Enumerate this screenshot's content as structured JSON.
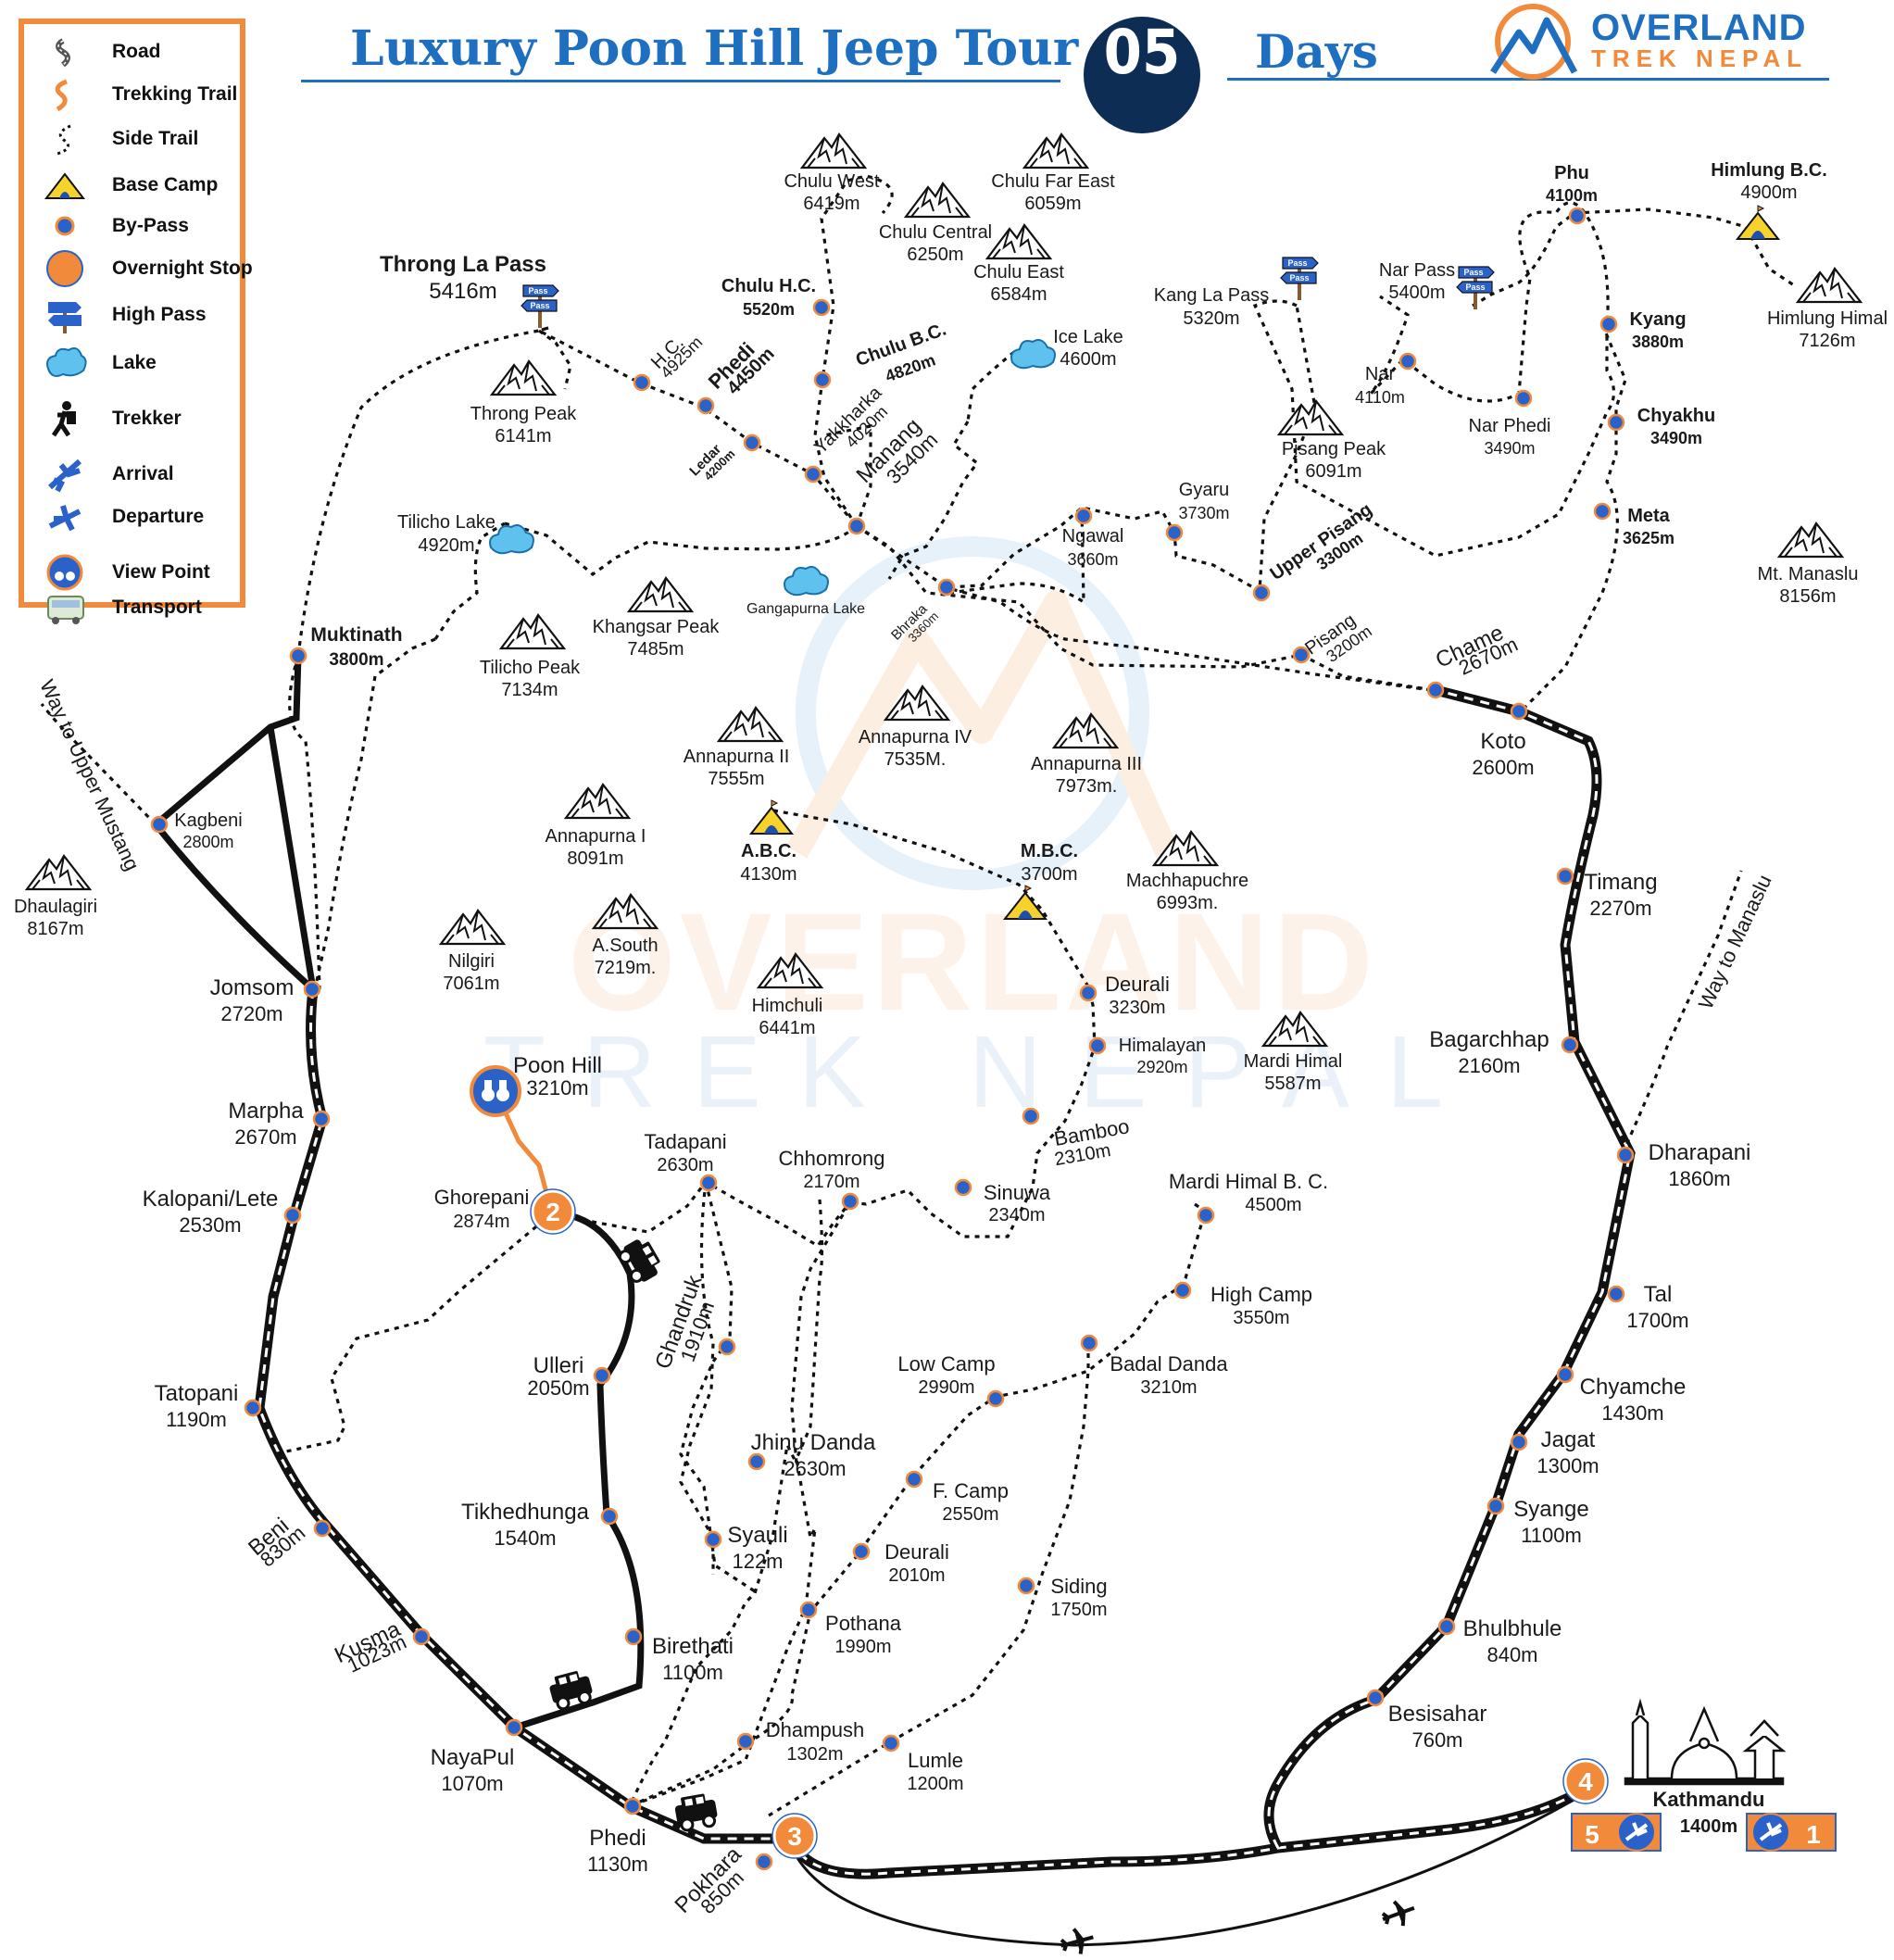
{
  "header": {
    "title": "Luxury Poon Hill Jeep Tour",
    "days_number": "05",
    "days_label": "Days",
    "brand_line1": "OVERLAND",
    "brand_line2": "TREK NEPAL",
    "watermark_line1": "OVERLAND",
    "watermark_line2": "TREK NEPAL"
  },
  "legend": [
    {
      "label": "Road",
      "icon": "road-icon"
    },
    {
      "label": "Trekking Trail",
      "icon": "trekking-trail-icon"
    },
    {
      "label": "Side Trail",
      "icon": "side-trail-icon"
    },
    {
      "label": "Base Camp",
      "icon": "base-camp-icon"
    },
    {
      "label": "By-Pass",
      "icon": "bypass-dot-icon"
    },
    {
      "label": "Overnight Stop",
      "icon": "overnight-stop-icon"
    },
    {
      "label": "High Pass",
      "icon": "high-pass-icon"
    },
    {
      "label": "Lake",
      "icon": "lake-icon"
    },
    {
      "label": "Trekker",
      "icon": "trekker-icon"
    },
    {
      "label": "Arrival",
      "icon": "arrival-plane-icon"
    },
    {
      "label": "Departure",
      "icon": "departure-plane-icon"
    },
    {
      "label": "View Point",
      "icon": "view-point-icon"
    },
    {
      "label": "Transport",
      "icon": "transport-bus-icon"
    }
  ],
  "colors": {
    "accent_orange": "#f28a3c",
    "brand_blue": "#1f6fc0",
    "navy": "#0d2d55",
    "by_pass_dot": "#2a62c9",
    "base_camp_yellow": "#f6d22a"
  },
  "peaks": [
    {
      "name": "Chulu West",
      "elev": "6419m"
    },
    {
      "name": "Chulu Far East",
      "elev": "6059m"
    },
    {
      "name": "Chulu Central",
      "elev": "6250m"
    },
    {
      "name": "Chulu East",
      "elev": "6584m"
    },
    {
      "name": "Throng Peak",
      "elev": "6141m"
    },
    {
      "name": "Himlung Himal",
      "elev": "7126m"
    },
    {
      "name": "Pisang Peak",
      "elev": "6091m"
    },
    {
      "name": "Mt. Manaslu",
      "elev": "8156m"
    },
    {
      "name": "Khangsar Peak",
      "elev": "7485m"
    },
    {
      "name": "Tilicho Peak",
      "elev": "7134m"
    },
    {
      "name": "Annapurna II",
      "elev": "7555m"
    },
    {
      "name": "Annapurna  IV",
      "elev": "7535M."
    },
    {
      "name": "Annapurna III",
      "elev": "7973m."
    },
    {
      "name": "Annapurna I",
      "elev": "8091m"
    },
    {
      "name": "Machhapuchre",
      "elev": "6993m."
    },
    {
      "name": "Dhaulagiri",
      "elev": "8167m"
    },
    {
      "name": "Nilgiri",
      "elev": "7061m"
    },
    {
      "name": "A.South",
      "elev": "7219m."
    },
    {
      "name": "Himchuli",
      "elev": "6441m"
    },
    {
      "name": "Mardi Himal",
      "elev": "5587m"
    }
  ],
  "lakes": [
    {
      "name": "Ice Lake",
      "elev": "4600m"
    },
    {
      "name": "Tilicho Lake",
      "elev": "4920m"
    },
    {
      "name": "Gangapurna Lake",
      "elev": ""
    }
  ],
  "base_camps": [
    {
      "name": "Himlung B.C.",
      "elev": "4900m"
    },
    {
      "name": "A.B.C.",
      "elev": "4130m"
    },
    {
      "name": "M.B.C.",
      "elev": "3700m"
    }
  ],
  "passes": [
    {
      "name": "Throng La Pass",
      "elev": "5416m"
    },
    {
      "name": "Kang La Pass",
      "elev": "5320m"
    },
    {
      "name": "Nar Pass",
      "elev": "5400m"
    }
  ],
  "pass_sign_text": "Pass",
  "places": [
    {
      "name": "H.C.",
      "elev": "4925m"
    },
    {
      "name": "Phedi",
      "elev": "4450m"
    },
    {
      "name": "Ledar",
      "elev": "4200m"
    },
    {
      "name": "Chulu H.C.",
      "elev": "5520m"
    },
    {
      "name": "Chulu B.C.",
      "elev": "4820m"
    },
    {
      "name": "Yakkharka",
      "elev": "4020m"
    },
    {
      "name": "Manang",
      "elev": "3540m"
    },
    {
      "name": "Bhraka",
      "elev": "3360m"
    },
    {
      "name": "Ngawal",
      "elev": "3660m"
    },
    {
      "name": "Gyaru",
      "elev": "3730m"
    },
    {
      "name": "Upper Pisang",
      "elev": "3300m"
    },
    {
      "name": "Pisang",
      "elev": "3200m"
    },
    {
      "name": "Nar",
      "elev": "4110m"
    },
    {
      "name": "Nar Phedi",
      "elev": "3490m"
    },
    {
      "name": "Phu",
      "elev": "4100m"
    },
    {
      "name": "Kyang",
      "elev": "3880m"
    },
    {
      "name": "Chyakhu",
      "elev": "3490m"
    },
    {
      "name": "Meta",
      "elev": "3625m"
    },
    {
      "name": "Chame",
      "elev": "2670m"
    },
    {
      "name": "Koto",
      "elev": "2600m"
    },
    {
      "name": "Timang",
      "elev": "2270m"
    },
    {
      "name": "Bagarchhap",
      "elev": "2160m"
    },
    {
      "name": "Dharapani",
      "elev": "1860m"
    },
    {
      "name": "Tal",
      "elev": "1700m"
    },
    {
      "name": "Chyamche",
      "elev": "1430m"
    },
    {
      "name": "Jagat",
      "elev": "1300m"
    },
    {
      "name": "Syange",
      "elev": "1100m"
    },
    {
      "name": "Bhulbhule",
      "elev": "840m"
    },
    {
      "name": "Besisahar",
      "elev": "760m"
    },
    {
      "name": "Kathmandu",
      "elev": "1400m"
    },
    {
      "name": "Muktinath",
      "elev": "3800m"
    },
    {
      "name": "Kagbeni",
      "elev": "2800m"
    },
    {
      "name": "Jomsom",
      "elev": "2720m"
    },
    {
      "name": "Marpha",
      "elev": "2670m"
    },
    {
      "name": "Kalopani/Lete",
      "elev": "2530m"
    },
    {
      "name": "Tatopani",
      "elev": "1190m"
    },
    {
      "name": "Beni",
      "elev": "830m"
    },
    {
      "name": "Kusma",
      "elev": "1023m"
    },
    {
      "name": "NayaPul",
      "elev": "1070m"
    },
    {
      "name": "Phedi",
      "elev": "1130m"
    },
    {
      "name": "Pokhara",
      "elev": "850m"
    },
    {
      "name": "Poon Hill",
      "elev": "3210m"
    },
    {
      "name": "Ghorepani",
      "elev": "2874m"
    },
    {
      "name": "Ulleri",
      "elev": "2050m"
    },
    {
      "name": "Tikhedhunga",
      "elev": "1540m"
    },
    {
      "name": "Birethati",
      "elev": "1100m"
    },
    {
      "name": "Tadapani",
      "elev": "2630m"
    },
    {
      "name": "Ghandruk",
      "elev": "1910m"
    },
    {
      "name": "Chhomrong",
      "elev": "2170m"
    },
    {
      "name": "Sinuwa",
      "elev": "2340m"
    },
    {
      "name": "Bamboo",
      "elev": "2310m"
    },
    {
      "name": "Himalayan",
      "elev": "2920m"
    },
    {
      "name": "Deurali",
      "elev": "3230m"
    },
    {
      "name": "Mardi Himal B. C.",
      "elev": "4500m"
    },
    {
      "name": "High Camp",
      "elev": "3550m"
    },
    {
      "name": "Badal Danda",
      "elev": "3210m"
    },
    {
      "name": "Low Camp",
      "elev": "2990m"
    },
    {
      "name": "F. Camp",
      "elev": "2550m"
    },
    {
      "name": "Deurali",
      "elev": "2010m"
    },
    {
      "name": "Siding",
      "elev": "1750m"
    },
    {
      "name": "Jhinu Danda",
      "elev": "2630m"
    },
    {
      "name": "Syauli",
      "elev": "122m"
    },
    {
      "name": "Pothana",
      "elev": "1990m"
    },
    {
      "name": "Dhampush",
      "elev": "1302m"
    },
    {
      "name": "Lumle",
      "elev": "1200m"
    }
  ],
  "side_directions": [
    "Way to Upper Mustang",
    "Way to Manaslu"
  ],
  "overnight_stops": [
    "2",
    "3",
    "4"
  ],
  "arrival_day": "1",
  "departure_day": "5"
}
